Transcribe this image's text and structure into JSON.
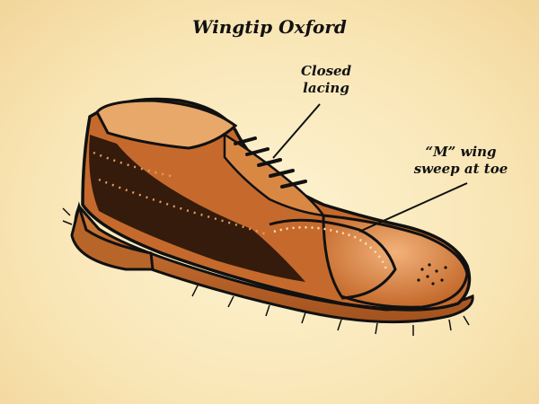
{
  "title": "Wingtip Oxford",
  "callouts": {
    "lacing": [
      "Closed",
      "lacing"
    ],
    "toe": [
      "“M” wing",
      "sweep at toe"
    ]
  },
  "colors": {
    "background": "#f9e6b6",
    "leather": "#c56a2c",
    "leather_light": "#e59a5a",
    "sole": "#b8652a",
    "ink": "#111111",
    "lining": "#e8a86a"
  }
}
